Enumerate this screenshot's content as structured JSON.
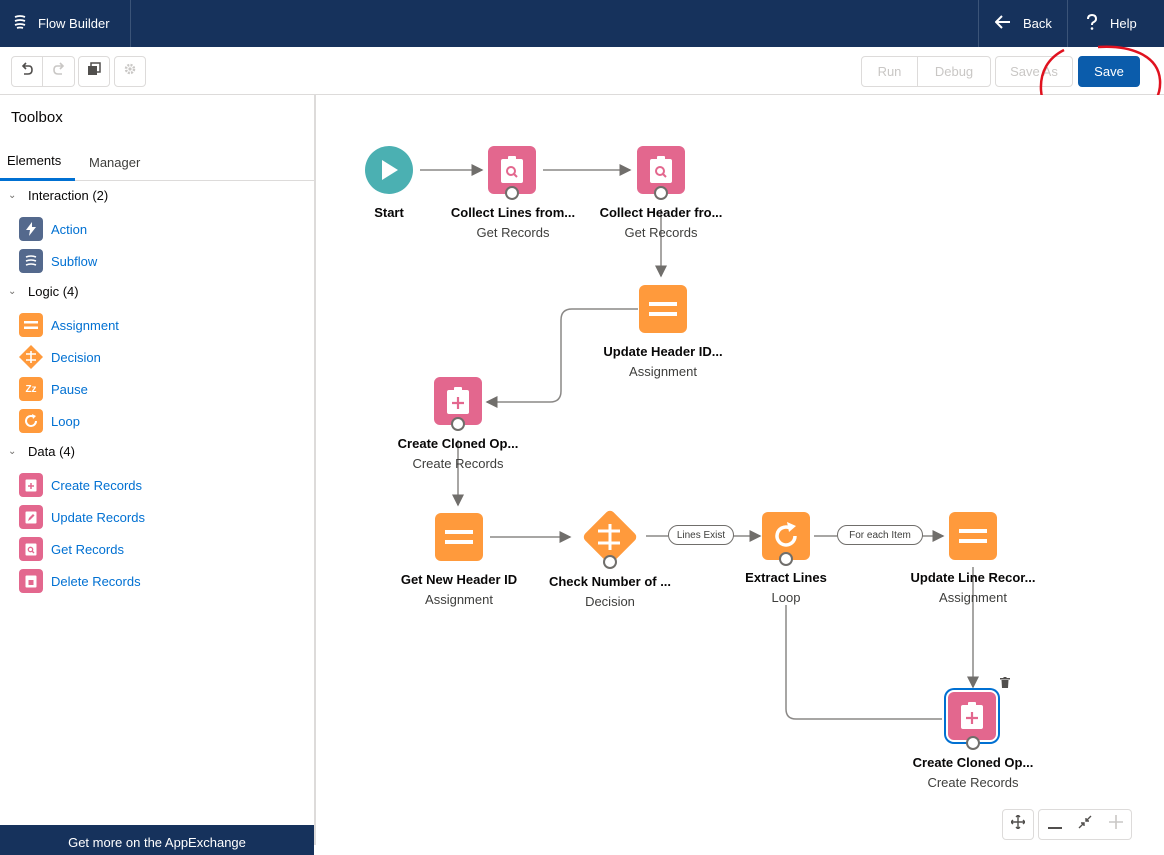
{
  "header": {
    "app_title": "Flow Builder",
    "back_label": "Back",
    "help_label": "Help"
  },
  "toolbar": {
    "run_label": "Run",
    "debug_label": "Debug",
    "save_as_label": "Save As",
    "save_label": "Save"
  },
  "sidebar": {
    "title": "Toolbox",
    "tabs": [
      {
        "label": "Elements"
      },
      {
        "label": "Manager"
      }
    ],
    "groups": [
      {
        "label": "Interaction (2)",
        "items": [
          {
            "label": "Action"
          },
          {
            "label": "Subflow"
          }
        ]
      },
      {
        "label": "Logic (4)",
        "items": [
          {
            "label": "Assignment"
          },
          {
            "label": "Decision"
          },
          {
            "label": "Pause"
          },
          {
            "label": "Loop"
          }
        ]
      },
      {
        "label": "Data (4)",
        "items": [
          {
            "label": "Create Records"
          },
          {
            "label": "Update Records"
          },
          {
            "label": "Get Records"
          },
          {
            "label": "Delete Records"
          }
        ]
      }
    ],
    "appexchange_label": "Get more on the AppExchange"
  },
  "canvas": {
    "nodes": [
      {
        "label": "Start",
        "type": ""
      },
      {
        "label": "Collect Lines from...",
        "type": "Get Records"
      },
      {
        "label": "Collect Header fro...",
        "type": "Get Records"
      },
      {
        "label": "Update Header ID...",
        "type": "Assignment"
      },
      {
        "label": "Create Cloned Op...",
        "type": "Create Records"
      },
      {
        "label": "Get New Header ID",
        "type": "Assignment"
      },
      {
        "label": "Check Number of ...",
        "type": "Decision"
      },
      {
        "label": "Extract Lines",
        "type": "Loop"
      },
      {
        "label": "Update Line Recor...",
        "type": "Assignment"
      },
      {
        "label": "Create Cloned Op...",
        "type": "Create Records"
      }
    ],
    "connector_labels": {
      "lines_exist": "Lines Exist",
      "for_each": "For each Item"
    }
  },
  "colors": {
    "header_bg": "#16325c",
    "save_button": "#0b5cab",
    "data_element": "#e3678e",
    "logic_element": "#ff9a3c",
    "start_element": "#4bb0b2",
    "annotation": "#e0121f"
  },
  "icons": [
    "flow-builder-icon",
    "back-arrow-icon",
    "help-icon",
    "undo-icon",
    "redo-icon",
    "copy-icon",
    "gear-icon",
    "move-icon",
    "zoom-out-icon",
    "fit-icon",
    "zoom-in-icon",
    "trash-icon"
  ]
}
